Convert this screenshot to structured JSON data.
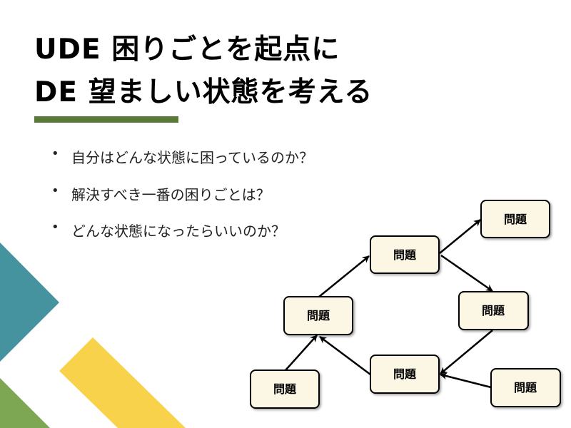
{
  "title": {
    "line1": "UDE 困りごとを起点に",
    "line2": "DE 望ましい状態を考える"
  },
  "bullets": [
    "自分はどんな状態に困っているのか？",
    "解決すべき一番の困りごとは？",
    "どんな状態になったらいいのか？"
  ],
  "bullet_glyph": "•",
  "diagram": {
    "nodes": [
      "問題",
      "問題",
      "問題",
      "問題",
      "問題",
      "問題",
      "問題"
    ]
  },
  "colors": {
    "accent_bar": "#5a7a3a",
    "teal": "#44939f",
    "yellow": "#f8d24a",
    "green": "#7ea754",
    "box_fill": "#fcf6e4"
  }
}
